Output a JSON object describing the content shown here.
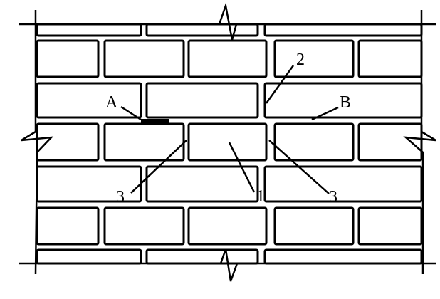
{
  "diagram": {
    "type": "brick wall masonry bond",
    "labels": {
      "A": "A",
      "B": "B",
      "one": "1",
      "two": "2",
      "three_left": "3",
      "three_right": "3"
    },
    "colors": {
      "line": "#000000",
      "background": "#ffffff"
    }
  }
}
